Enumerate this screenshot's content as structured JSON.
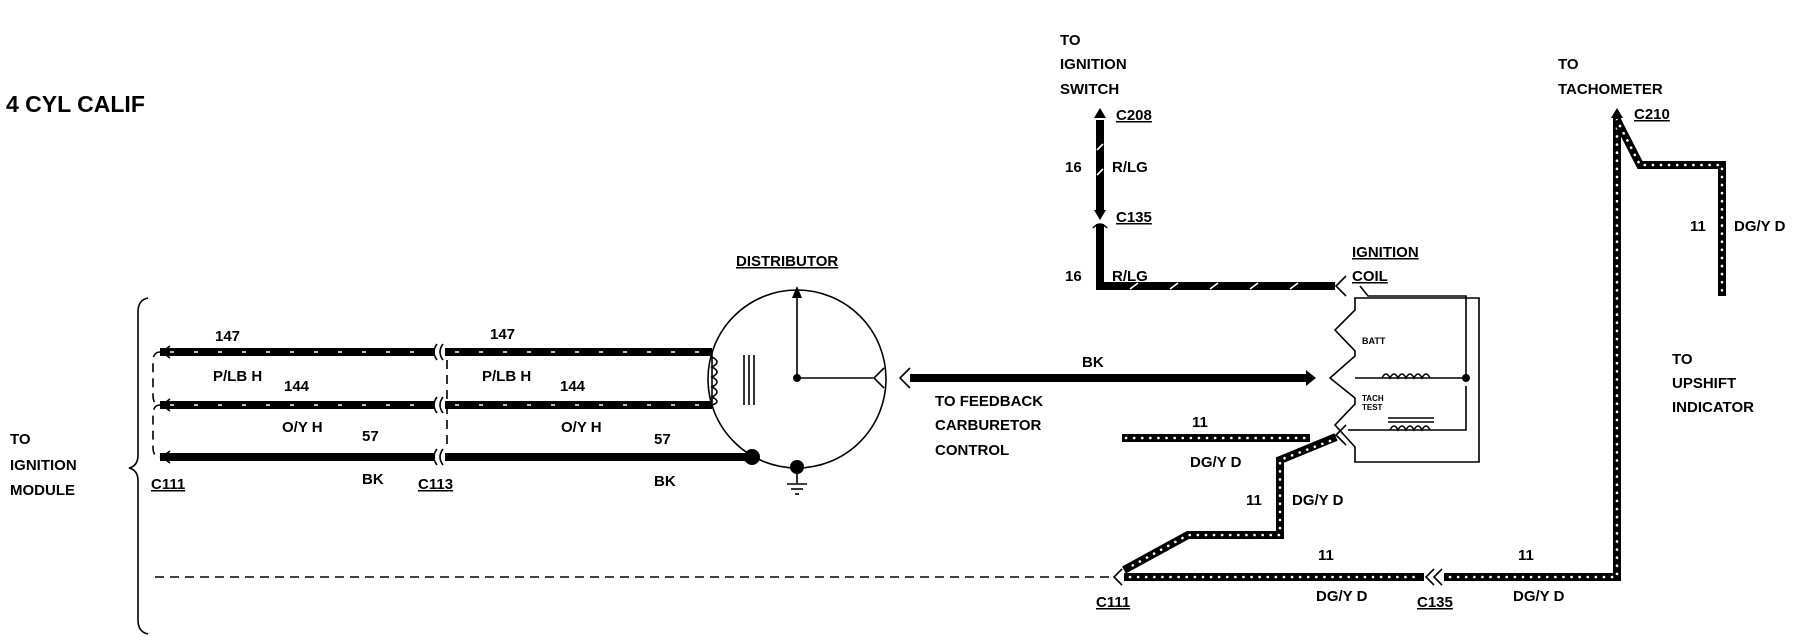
{
  "title": "4 CYL CALIF",
  "to_ignition_module": [
    "TO",
    "IGNITION",
    "MODULE"
  ],
  "to_ignition_switch": [
    "TO",
    "IGNITION",
    "SWITCH"
  ],
  "to_tachometer": [
    "TO",
    "TACHOMETER"
  ],
  "to_feedback": [
    "TO FEEDBACK",
    "CARBURETOR",
    "CONTROL"
  ],
  "to_upshift": [
    "TO",
    "UPSHIFT",
    "INDICATOR"
  ],
  "distributor_label": "DISTRIBUTOR",
  "ignition_coil_label": [
    "IGNITION",
    "COIL"
  ],
  "coil_terminals": {
    "batt": "BATT",
    "tach_test": [
      "TACH",
      "TEST"
    ]
  },
  "connectors": {
    "c111_left": "C111",
    "c113": "C113",
    "c208": "C208",
    "c135_top": "C135",
    "c210": "C210",
    "c111_bottom": "C111",
    "c135_bottom": "C135"
  },
  "circuits": {
    "c147": "147",
    "c144": "144",
    "c57": "57",
    "c16": "16",
    "c11": "11",
    "plb": "P/LB H",
    "oy": "O/Y H",
    "bk": "BK",
    "rlg": "R/LG",
    "dgy": "DG/Y D"
  }
}
